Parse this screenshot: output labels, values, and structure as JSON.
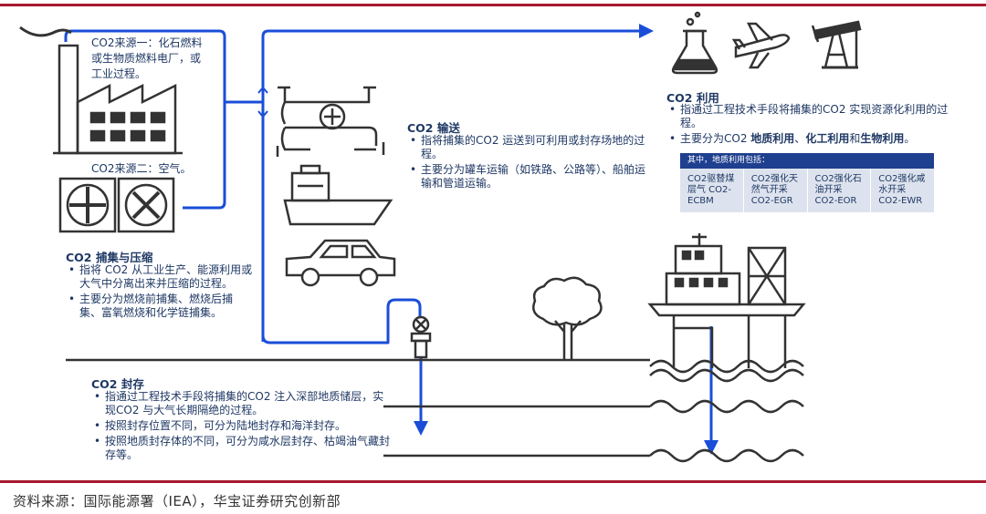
{
  "colors": {
    "rule": "#a6192e",
    "flow": "#1a4ed8",
    "icon": "#333333",
    "text": "#1f3864",
    "table_head": "#1f3f8f",
    "table_body": "#dde3ee"
  },
  "capture": {
    "source1": [
      "CO2来源一：化石燃料",
      "或生物质燃料电厂，或",
      "工业过程。"
    ],
    "source2": "CO2来源二：空气。",
    "title": "CO2 捕集与压缩",
    "bullets": [
      "指将 CO2 从工业生产、能源利用或大气中分离出来并压缩的过程。",
      "主要分为燃烧前捕集、燃烧后捕集、富氧燃烧和化学链捕集。"
    ]
  },
  "transport": {
    "title": "CO2 输送",
    "bullets": [
      "指将捕集的CO2 运送到可利用或封存场地的过程。",
      "主要分为罐车运输（如铁路、公路等）、船舶运输和管道运输。"
    ]
  },
  "utilization": {
    "title": "CO2 利用",
    "bullet1": "指通过工程技术手段将捕集的CO2 实现资源化利用的过程。",
    "bullet2_prefix": "主要分为CO2 ",
    "bullet2_b1": "地质利用",
    "bullet2_sep1": "、",
    "bullet2_b2": "化工利用",
    "bullet2_sep2": "和",
    "bullet2_b3": "生物利用",
    "bullet2_end": "。",
    "table_header": "其中，地质利用包括：",
    "table_cells": [
      "CO2驱替煤层气 CO2-ECBM",
      "CO2强化天然气开采 CO2-EGR",
      "CO2强化石油开采 CO2-EOR",
      "CO2强化咸水开采 CO2-EWR"
    ]
  },
  "storage": {
    "title": "CO2 封存",
    "bullets": [
      "指通过工程技术手段将捕集的CO2 注入深部地质储层，实现CO2 与大气长期隔绝的过程。",
      "按照封存位置不同，可分为陆地封存和海洋封存。",
      "按照地质封存体的不同，可分为咸水层封存、枯竭油气藏封存等。"
    ]
  },
  "footer": "资料来源：国际能源署（IEA），华宝证券研究创新部"
}
